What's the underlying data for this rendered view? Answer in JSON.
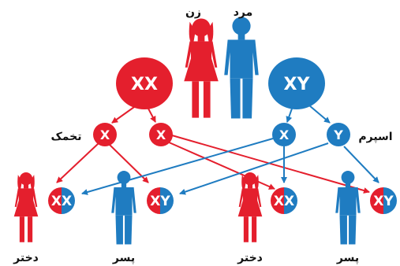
{
  "labels": {
    "woman": "زن",
    "man": "مرد",
    "egg": "تخمک",
    "sperm": "اسپرم",
    "daughter_1": "دختر",
    "son_1": "پسر",
    "daughter_2": "دختر",
    "son_2": "پسر"
  },
  "parents": {
    "mother_genotype": "XX",
    "father_genotype": "XY"
  },
  "gametes": {
    "egg_1": "X",
    "egg_2": "X",
    "sperm_x": "X",
    "sperm_y": "Y"
  },
  "offspring": {
    "child_1": "XX",
    "child_2": "XY",
    "child_3": "XX",
    "child_4": "XY"
  },
  "colors": {
    "female": "#e41f2d",
    "male": "#1f7cc1",
    "text": "#111111"
  }
}
